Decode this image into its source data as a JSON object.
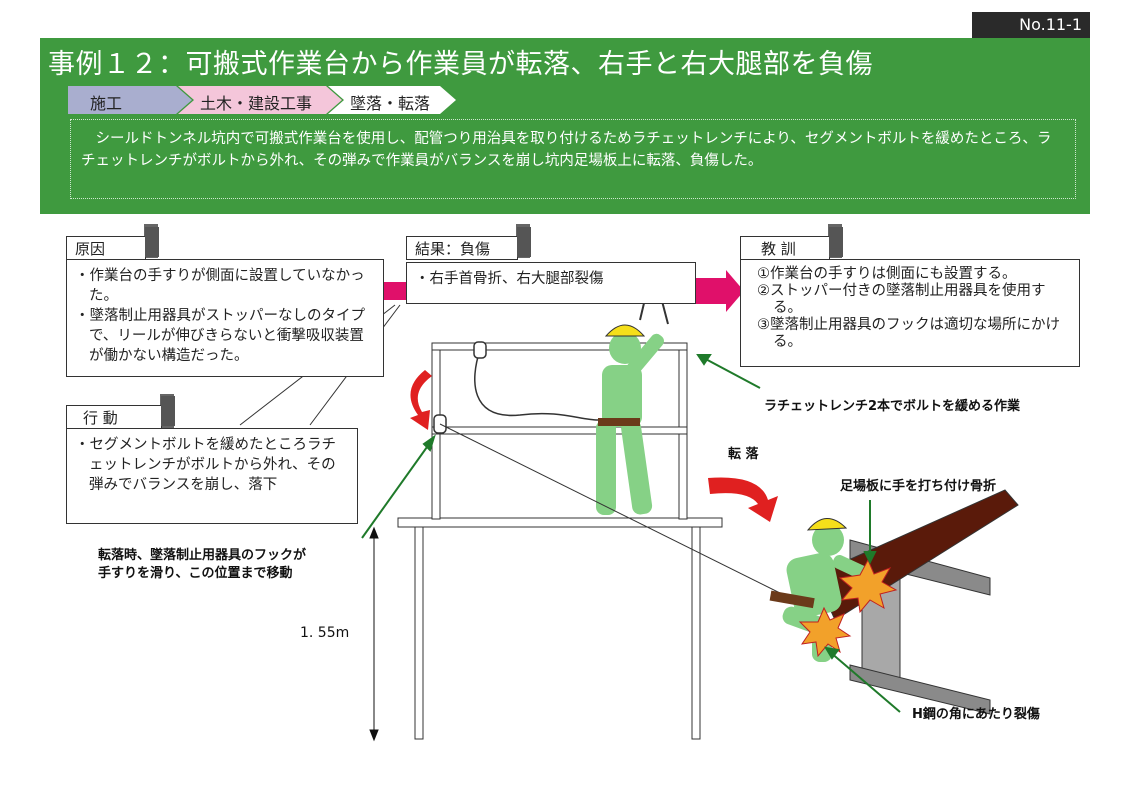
{
  "doc_no": "No.11-1",
  "title": "事例１２：可搬式作業台から作業員が転落、右手と右大腿部を負傷",
  "breadcrumbs": [
    "施工",
    "土木・建設工事",
    "墜落・転落"
  ],
  "summary": "　シールドトンネル坑内で可搬式作業台を使用し、配管つり用治具を取り付けるためラチェットレンチにより、セグメントボルトを緩めたところ、ラチェットレンチがボルトから外れ、その弾みで作業員がバランスを崩し坑内足場板上に転落、負傷した。",
  "cause": {
    "heading": "原因",
    "items": [
      "作業台の手すりが側面に設置していなかった。",
      "墜落制止用器具がストッパーなしのタイプで、リールが伸びきらないと衝撃吸収装置が働かない構造だった。"
    ]
  },
  "action": {
    "heading": "行 動",
    "items": [
      "セグメントボルトを緩めたところラチェットレンチがボルトから外れ、その弾みでバランスを崩し、落下"
    ]
  },
  "result": {
    "heading": "結果：負傷",
    "items": [
      "右手首骨折、右大腿部裂傷"
    ]
  },
  "lessons": {
    "heading": "教 訓",
    "items": [
      "①作業台の手すりは側面にも設置する。",
      "②ストッパー付きの墜落制止用器具を使用する。",
      "③墜落制止用器具のフックは適切な場所にかける。"
    ]
  },
  "annotations": {
    "ratchet": "ラチェットレンチ2本でボルトを緩める作業",
    "fall": "転 落",
    "hand": "足場板に手を打ち付け骨折",
    "hook_line1": "転落時、墜落制止用器具のフックが",
    "hook_line2": "手すりを滑り、この位置まで移動",
    "height": "1. 55m",
    "hbeam": "H鋼の角にあたり裂傷"
  },
  "colors": {
    "banner": "#3f9a3f",
    "worker": "#86d186",
    "helmet": "#f5df1a",
    "arrow_red": "#e02020",
    "arrow_pink": "#e0106a",
    "board": "#5a1a0a",
    "steel": "#8a8a8a"
  }
}
